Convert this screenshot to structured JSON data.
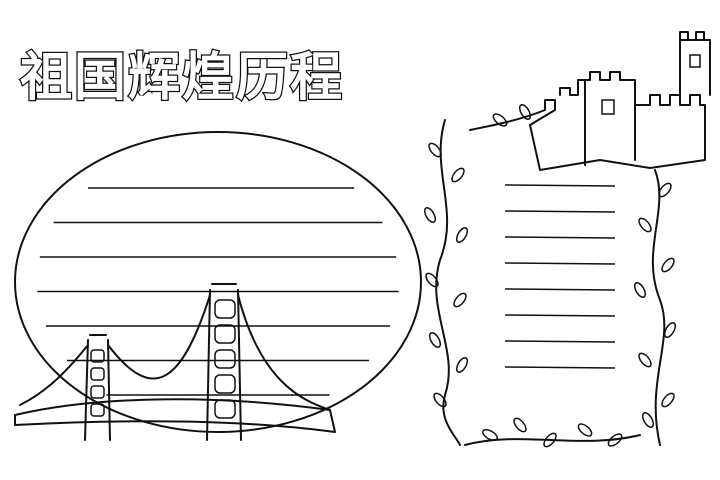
{
  "title": "祖国辉煌历程",
  "colors": {
    "ink": "#111111",
    "paper": "#ffffff"
  },
  "ellipse_writing_lines": 7,
  "panel_writing_lines": 8,
  "illustrations": [
    "bridge-icon",
    "castle-wall-icon",
    "vine-icon"
  ]
}
